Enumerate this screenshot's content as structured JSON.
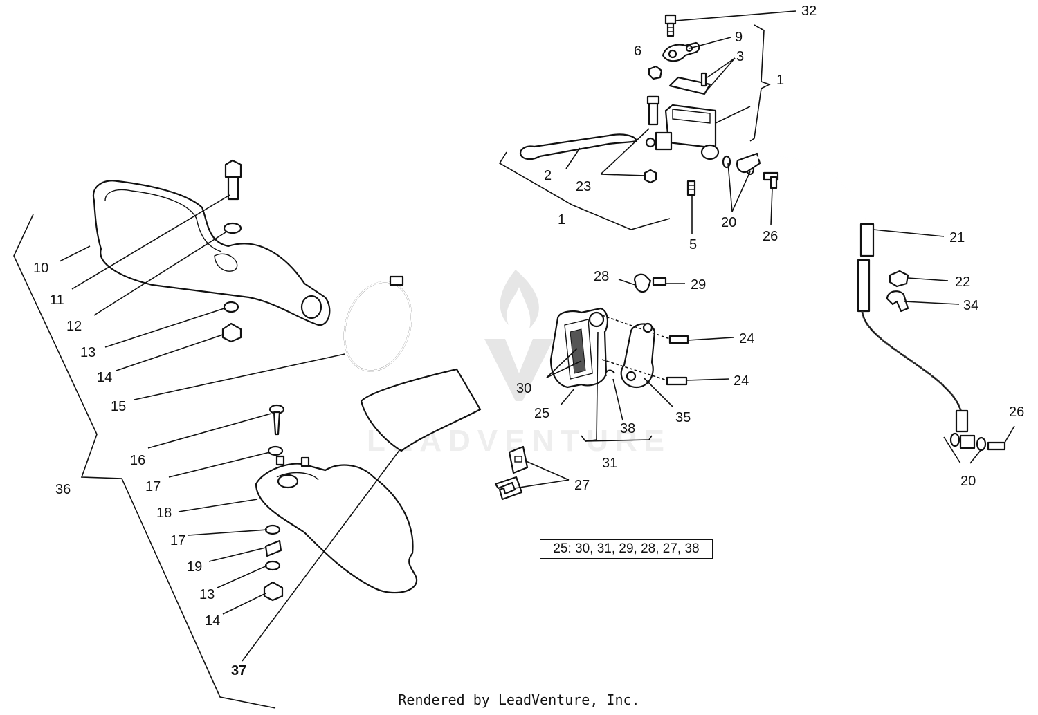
{
  "watermark": {
    "brand": "LEADVENTURE"
  },
  "footer": {
    "text": "Rendered by LeadVenture, Inc."
  },
  "kit_note": "25: 30, 31, 29, 28, 27, 38",
  "callouts": [
    {
      "id": "c32",
      "text": "32"
    },
    {
      "id": "c9",
      "text": "9"
    },
    {
      "id": "c6",
      "text": "6"
    },
    {
      "id": "c3",
      "text": "3"
    },
    {
      "id": "c1a",
      "text": "1"
    },
    {
      "id": "c2",
      "text": "2"
    },
    {
      "id": "c23",
      "text": "23"
    },
    {
      "id": "c1b",
      "text": "1"
    },
    {
      "id": "c5",
      "text": "5"
    },
    {
      "id": "c20a",
      "text": "20"
    },
    {
      "id": "c26a",
      "text": "26"
    },
    {
      "id": "c21",
      "text": "21"
    },
    {
      "id": "c22",
      "text": "22"
    },
    {
      "id": "c34",
      "text": "34"
    },
    {
      "id": "c28",
      "text": "28"
    },
    {
      "id": "c29",
      "text": "29"
    },
    {
      "id": "c24a",
      "text": "24"
    },
    {
      "id": "c24b",
      "text": "24"
    },
    {
      "id": "c30",
      "text": "30"
    },
    {
      "id": "c25",
      "text": "25"
    },
    {
      "id": "c35",
      "text": "35"
    },
    {
      "id": "c38",
      "text": "38"
    },
    {
      "id": "c31",
      "text": "31"
    },
    {
      "id": "c27",
      "text": "27"
    },
    {
      "id": "c26b",
      "text": "26"
    },
    {
      "id": "c20b",
      "text": "20"
    },
    {
      "id": "c10",
      "text": "10"
    },
    {
      "id": "c11",
      "text": "11"
    },
    {
      "id": "c12",
      "text": "12"
    },
    {
      "id": "c13a",
      "text": "13"
    },
    {
      "id": "c14a",
      "text": "14"
    },
    {
      "id": "c15",
      "text": "15"
    },
    {
      "id": "c16",
      "text": "16"
    },
    {
      "id": "c17a",
      "text": "17"
    },
    {
      "id": "c36",
      "text": "36"
    },
    {
      "id": "c18",
      "text": "18"
    },
    {
      "id": "c17b",
      "text": "17"
    },
    {
      "id": "c19",
      "text": "19"
    },
    {
      "id": "c13b",
      "text": "13"
    },
    {
      "id": "c14b",
      "text": "14"
    },
    {
      "id": "c37",
      "text": "37"
    }
  ]
}
